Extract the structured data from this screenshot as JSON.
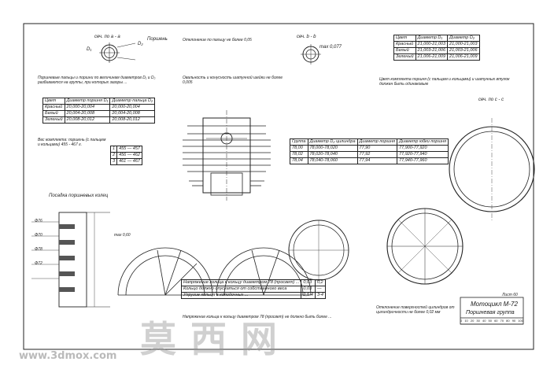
{
  "sections": {
    "s_aa": "сеч. по а - а",
    "s_bb": "сеч. b - b",
    "s_cc": "сеч. по с - с"
  },
  "labels": {
    "piston_title": "Поршень",
    "rings_title": "Посадка поршневых колец",
    "d1": "D₁",
    "d2": "D₂",
    "gap": "max 0,077",
    "brand": "Мотоцикл  М-72",
    "subtitle": "Поршневая группа",
    "sheet_no": "Лист 60"
  },
  "notes": {
    "n1": "Отклонение по пальцу не более 0,05",
    "n2": "Поршневые пальцы и поршни по величинам диаметров D₁ и D₂ разбиваются на группы, при которых зазоры ...",
    "n3": "Вес комплекта: поршень (с пальцем и кольцами) 455 - 467 г.",
    "n4": "Овальность и конусность шатунной шейки не более 0,005",
    "n5": "Цвет комплекта поршня (с пальцем и кольцами) и шатунных втулок должен быть одинаковым",
    "n6": "Напряжение кольца к кольцу диаметром 78 (просвет) не должно быть более ...",
    "n7": "Отклонение поверхностей цилиндров от цилиндричности не более 0,02 мм"
  },
  "table_piston": {
    "header": [
      "Цвет",
      "Диаметр поршня D₁",
      "Диаметр пальца D₂"
    ],
    "rows": [
      [
        "Красный",
        "20,000-20,004",
        "20,000-20,004"
      ],
      [
        "Белый",
        "20,004-20,008",
        "20,004-20,008"
      ],
      [
        "Зеленый",
        "20,008-20,012",
        "20,008-20,012"
      ]
    ]
  },
  "table_weight": {
    "rows": [
      [
        "1",
        "455 — 457"
      ],
      [
        "2",
        "456 — 462"
      ],
      [
        "3",
        "461 — 467"
      ]
    ]
  },
  "table_rod": {
    "header": [
      "Цвет",
      "Диаметр D₁",
      "Диаметр D₂"
    ],
    "rows": [
      [
        "Красный",
        "21,000-21,003",
        "21,000-21,003"
      ],
      [
        "Белый",
        "21,003-21,006",
        "21,003-21,006"
      ],
      [
        "Зеленый",
        "21,006-21,009",
        "21,006-21,009"
      ]
    ]
  },
  "table_cyl": {
    "header": [
      "Группа",
      "Диаметр D₂ цилиндра",
      "Диаметр поршня",
      "Диаметр юбки поршня"
    ],
    "rows": [
      [
        "78,00",
        "78,000-78,020",
        "77,90",
        "77,900-77,920"
      ],
      [
        "78,02",
        "78,020-78,040",
        "77,92",
        "77,920-77,940"
      ],
      [
        "78,04",
        "78,040-78,060",
        "77,94",
        "77,940-77,960"
      ]
    ]
  },
  "table_bottom": {
    "rows": [
      [
        "Напряжение кольца к кольцу диаметром 78 (просвет) ...",
        "0,03",
        "0,2"
      ],
      [
        "Кольцо должно опускаться от собственного веса",
        "0,03",
        "—"
      ],
      [
        "Упругие кольца в колодочных ...",
        "2,5-4",
        "3-4"
      ]
    ]
  },
  "ring_dims": {
    "d1": "Φ76",
    "d2": "Φ70",
    "d3": "Φ78",
    "d4": "Φ72",
    "d5": "max 0,60"
  },
  "watermark": {
    "cn": "莫西网",
    "url": "www.3dmox.com"
  },
  "scale": {
    "ticks": [
      "0",
      "10",
      "20",
      "30",
      "40",
      "50",
      "60",
      "70",
      "80",
      "90",
      "100"
    ]
  }
}
